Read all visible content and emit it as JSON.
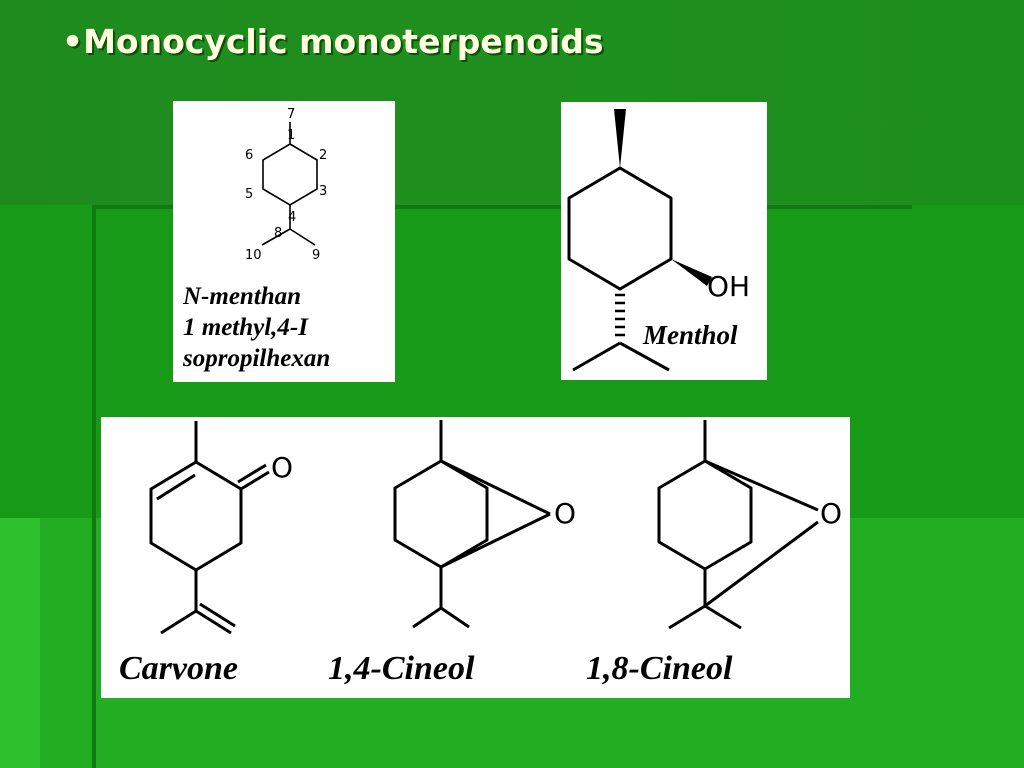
{
  "slide": {
    "title": "•Monocyclic monoterpenoids",
    "menthan": {
      "caption_lines": [
        "N-menthan",
        "1 methyl,4-I",
        "sopropilhexan"
      ],
      "atom_numbers": [
        "7",
        "1",
        "2",
        "3",
        "4",
        "5",
        "6",
        "8",
        "9",
        "10"
      ]
    },
    "menthol": {
      "caption": "Menthol",
      "group": "OH"
    },
    "carvone": {
      "caption": "Carvone",
      "atom": "O"
    },
    "cineol14": {
      "caption": "1,4-Cineol",
      "atom": "O"
    },
    "cineol18": {
      "caption": "1,8-Cineol",
      "atom": "O"
    }
  },
  "colors": {
    "title": "#ffffe0",
    "background": "#1e8a1e"
  }
}
